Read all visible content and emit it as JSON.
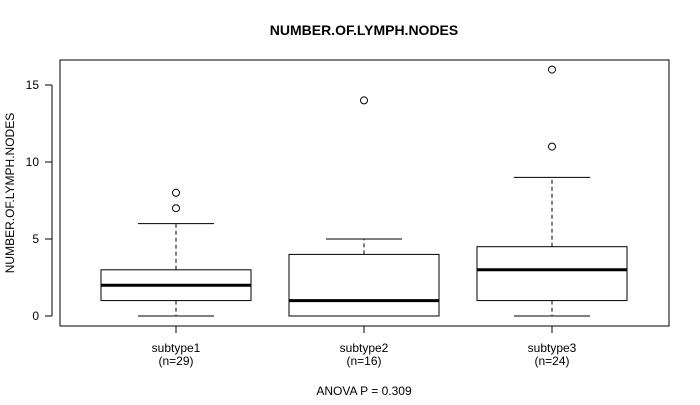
{
  "chart_data": {
    "type": "box",
    "title": "NUMBER.OF.LYMPH.NODES",
    "xlabel": "",
    "ylabel": "NUMBER.OF.LYMPH.NODES",
    "ylim": [
      -1,
      16.5
    ],
    "yticks": [
      0,
      5,
      10,
      15
    ],
    "grid": false,
    "categories": [
      {
        "label": "subtype1",
        "n_label": "(n=29)"
      },
      {
        "label": "subtype2",
        "n_label": "(n=16)"
      },
      {
        "label": "subtype3",
        "n_label": "(n=24)"
      }
    ],
    "boxes": [
      {
        "whisker_low": 0,
        "q1": 1,
        "median": 2,
        "q3": 3,
        "whisker_high": 6,
        "outliers": [
          7,
          8
        ]
      },
      {
        "whisker_low": 0,
        "q1": 0,
        "median": 1,
        "q3": 4,
        "whisker_high": 5,
        "outliers": [
          14
        ]
      },
      {
        "whisker_low": 0,
        "q1": 1,
        "median": 3,
        "q3": 4.5,
        "whisker_high": 9,
        "outliers": [
          11,
          16
        ]
      }
    ],
    "footer": "ANOVA P = 0.309"
  }
}
